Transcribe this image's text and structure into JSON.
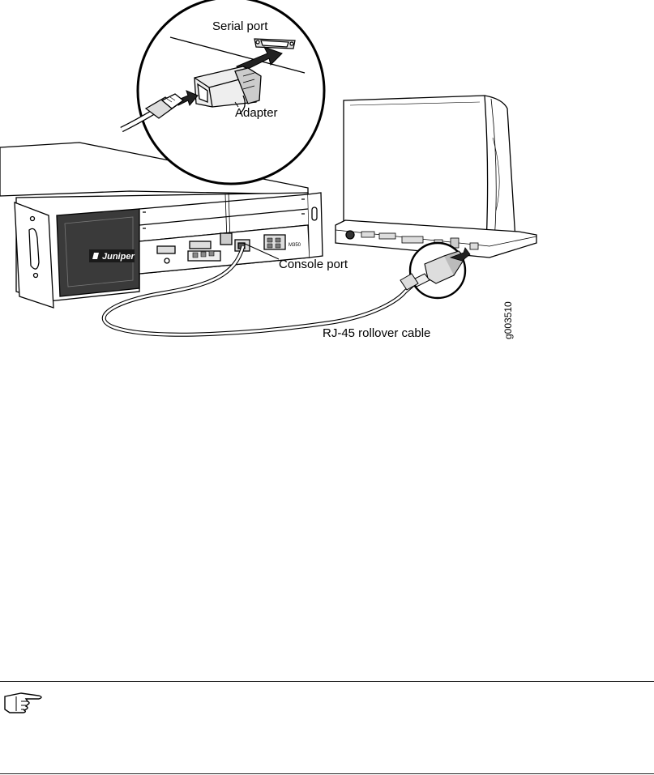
{
  "figure": {
    "labels": {
      "serial_port": "Serial port",
      "adapter": "Adapter",
      "console_port": "Console port",
      "cable": "RJ-45 rollover cable",
      "figure_id": "g003510"
    },
    "router_brand": "Juniper",
    "router_model": "M350"
  },
  "note": {
    "icon": "pointing-hand-icon"
  }
}
